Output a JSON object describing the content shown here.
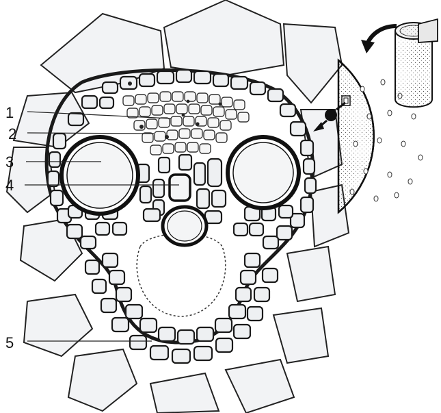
{
  "diagram": {
    "labels": [
      {
        "id": "1",
        "text": "1"
      },
      {
        "id": "2",
        "text": "2"
      },
      {
        "id": "3",
        "text": "3"
      },
      {
        "id": "4",
        "text": "4"
      },
      {
        "id": "5",
        "text": "5"
      }
    ],
    "colors": {
      "ink": "#1a1a1a",
      "cell_fill": "#eef0f2",
      "paper": "#ffffff",
      "stipple": "#555555"
    },
    "icons": [
      "rotate-arrow-icon",
      "pointer-arrow-icon",
      "stem-section-inset"
    ]
  }
}
